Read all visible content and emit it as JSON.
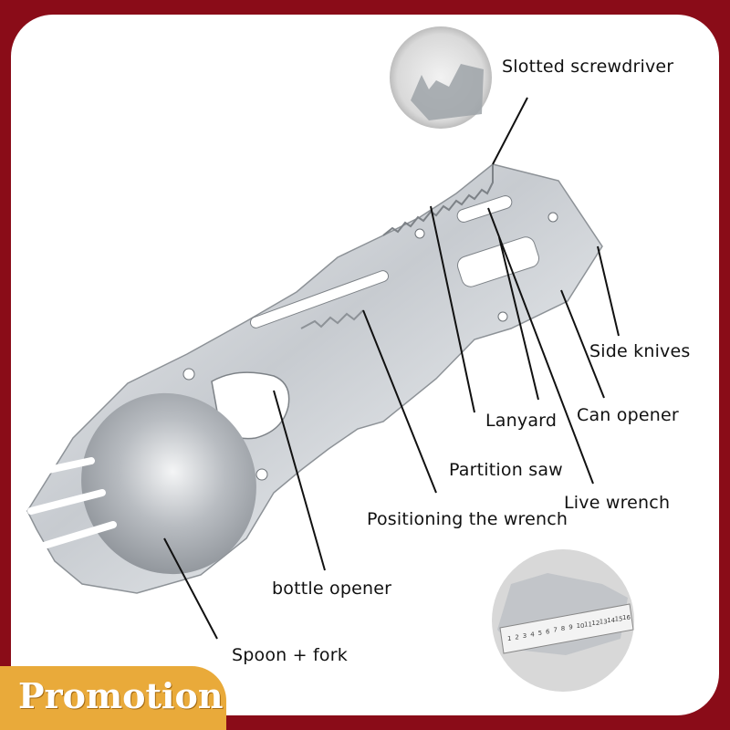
{
  "labels": {
    "slotted_screwdriver": "Slotted screwdriver",
    "side_knives": "Side knives",
    "lanyard": "Lanyard",
    "can_opener": "Can opener",
    "partition_saw": "Partition saw",
    "live_wrench": "Live wrench",
    "positioning_wrench": "Positioning the wrench",
    "bottle_opener": "bottle opener",
    "spoon_fork": "Spoon + fork"
  },
  "badge": {
    "text": "Promotion"
  },
  "colors": {
    "frame": "#8a0c18",
    "badge": "#e9aa3a",
    "steel": "#c9cdd2"
  },
  "ruler_marks": [
    "1",
    "2",
    "3",
    "4",
    "5",
    "6",
    "7",
    "8",
    "9",
    "10",
    "11",
    "12",
    "13",
    "14",
    "15",
    "16"
  ]
}
